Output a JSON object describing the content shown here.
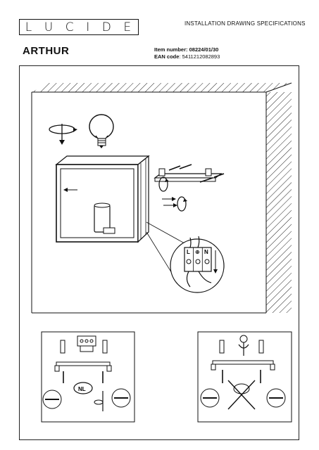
{
  "brand": {
    "letters": [
      "L",
      "U",
      "C",
      "I",
      "D",
      "E"
    ]
  },
  "header": {
    "title": "INSTALLATION DRAWING SPECIFICATIONS"
  },
  "product": {
    "name": "ARTHUR",
    "item_label": "Item number:",
    "item_value": "08224/01/30",
    "ean_label": "EAN code",
    "ean_value": ": 5411212082893"
  },
  "diagram": {
    "terminal_labels": [
      "L",
      "⊕",
      "N"
    ],
    "nl_badge": "NL"
  }
}
